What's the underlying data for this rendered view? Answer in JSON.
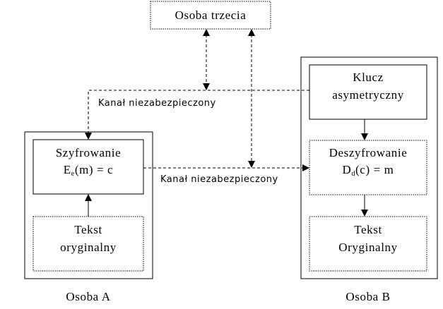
{
  "third_party": {
    "label": "Osoba trzecia"
  },
  "channel_top": {
    "label": "Kanał niezabezpieczony"
  },
  "channel_middle": {
    "label": "Kanał niezabezpieczony"
  },
  "person_a": {
    "label": "Osoba A",
    "encryption_title": "Szyfrowanie",
    "encryption_formula": {
      "main": "E",
      "subscript": "e",
      "rest": "(m) = c"
    },
    "plaintext_line1": "Tekst",
    "plaintext_line2": "oryginalny"
  },
  "person_b": {
    "label": "Osoba B",
    "key_line1": "Klucz",
    "key_line2": "asymetryczny",
    "decryption_title": "Deszyfrowanie",
    "decryption_formula": {
      "main": "D",
      "subscript": "d",
      "rest": "(c) = m"
    },
    "original_line1": "Tekst",
    "original_line2": "Oryginalny"
  }
}
